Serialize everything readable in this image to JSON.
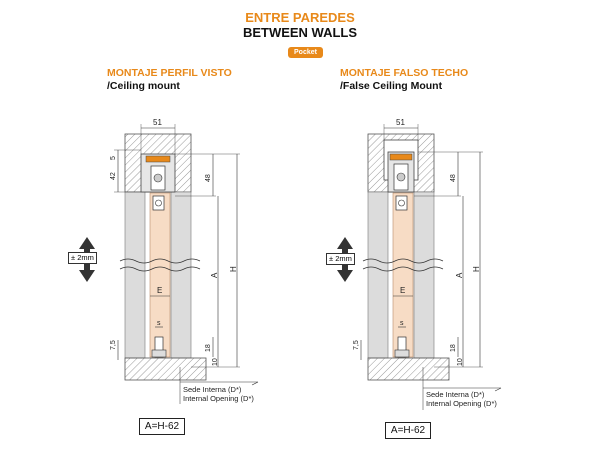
{
  "header": {
    "title_es": "ENTRE PAREDES",
    "title_en": "BETWEEN WALLS",
    "badge": "Pocket"
  },
  "colors": {
    "accent": "#e8891a",
    "door": "#f7dcc5",
    "wall": "#d9d9d9"
  },
  "left_diagram": {
    "title_es": "MONTAJE PERFIL VISTO",
    "title_en": "/Ceiling mount",
    "dim_width": "51",
    "dim_top_small": "5",
    "dim_top": "42",
    "dim_48": "48",
    "dim_A": "A",
    "dim_H": "H",
    "dim_E": "E",
    "dim_s": "s",
    "dim_7_5": "7,5",
    "dim_18": "18",
    "dim_10": "10",
    "tolerance": "± 2mm",
    "opening_es": "Sede Interna (D*)",
    "opening_en": "Internal Opening (D*)",
    "formula": "A=H-62"
  },
  "right_diagram": {
    "title_es": "MONTAJE FALSO TECHO",
    "title_en": "/False Ceiling Mount",
    "dim_width": "51",
    "dim_48": "48",
    "dim_A": "A",
    "dim_H": "H",
    "dim_E": "E",
    "dim_s": "s",
    "dim_7_5": "7,5",
    "dim_18": "18",
    "dim_10": "10",
    "tolerance": "± 2mm",
    "opening_es": "Sede Interna (D*)",
    "opening_en": "Internal Opening (D*)",
    "formula": "A=H-62"
  }
}
